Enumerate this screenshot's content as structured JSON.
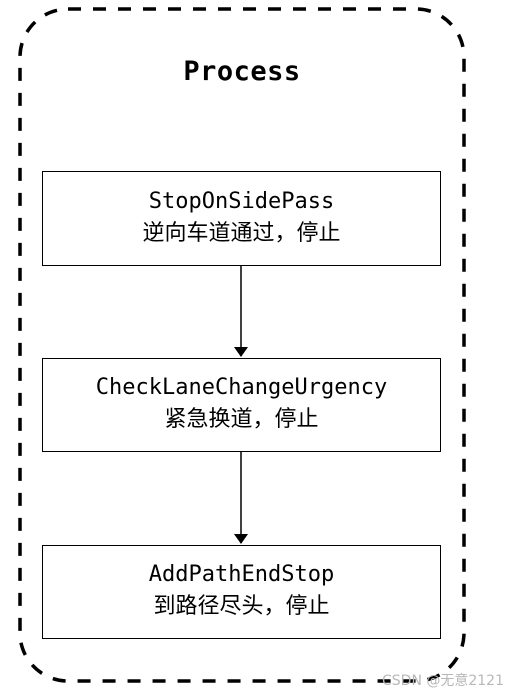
{
  "container": {
    "title": "Process"
  },
  "steps": [
    {
      "name": "StopOnSidePass",
      "description": "逆向车道通过，停止"
    },
    {
      "name": "CheckLaneChangeUrgency",
      "description": "紧急换道，停止"
    },
    {
      "name": "AddPathEndStop",
      "description": "到路径尽头，停止"
    }
  ],
  "watermark": "CSDN @无意2121"
}
